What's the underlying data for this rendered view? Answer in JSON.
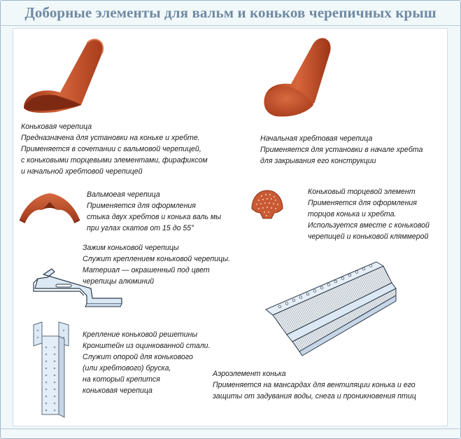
{
  "title": "Доборные элементы для вальм и коньков черепичных крыш",
  "items": {
    "ridge_tile": {
      "name": "Коньковая черепица",
      "lines": [
        "Предназначена для установки на коньке и хребте.",
        "Применяется в сочетании с вальмовой черепицей,",
        "с коньковыми торцевыми элементами, фирафиксом",
        "и начальной хребтовой черепицей"
      ]
    },
    "starting_hip_tile": {
      "name": "Начальная хребтовая черепица",
      "lines": [
        "Применяется для установки в начале хребта",
        "для закрывания его конструкции"
      ]
    },
    "hip_tile": {
      "name": "Вальмоеая черепица",
      "lines": [
        "Применяется для оформления",
        "стыка двух хребтов и конька валь мы",
        "при углах скатов от 15 до 55°"
      ]
    },
    "ridge_end_element": {
      "name": "Коньковый торцевой элемент",
      "lines": [
        "Применяется для оформления",
        "торцов конька и хребта.",
        "Используется вместе с коньковой",
        "черепицей и коньковой кляммерой"
      ]
    },
    "ridge_clamp": {
      "name": "Зажим коньковой черепицы",
      "lines": [
        "Служит креплением коньковой черепицы.",
        "Материал — окрашенный под цвет",
        "черепицы алюминий"
      ]
    },
    "ridge_batten_bracket": {
      "name": "Крепление коньковой решетины",
      "lines": [
        "Кронштейн из оцинкованной стали.",
        "Служит опорой для конькового",
        "(или хребтового) бруска,",
        "на который крепится",
        "коньковая черепица"
      ]
    },
    "ridge_aero_element": {
      "name": "Аэроэлемент конька",
      "lines": [
        "Применяется на мансардах для вентиляции конька и его",
        "защиты от задувания воды, снега и проникновения птиц"
      ]
    }
  },
  "colors": {
    "terracotta": "#c5552f",
    "terracotta_dark": "#8e3017",
    "title": "#6f8aa3",
    "metal": "#dce9f5"
  },
  "icons": [
    "ridge-tile-icon",
    "starting-hip-tile-icon",
    "hip-tile-icon",
    "ridge-end-element-icon",
    "ridge-clamp-icon",
    "ridge-batten-bracket-icon",
    "ridge-aero-element-icon"
  ]
}
